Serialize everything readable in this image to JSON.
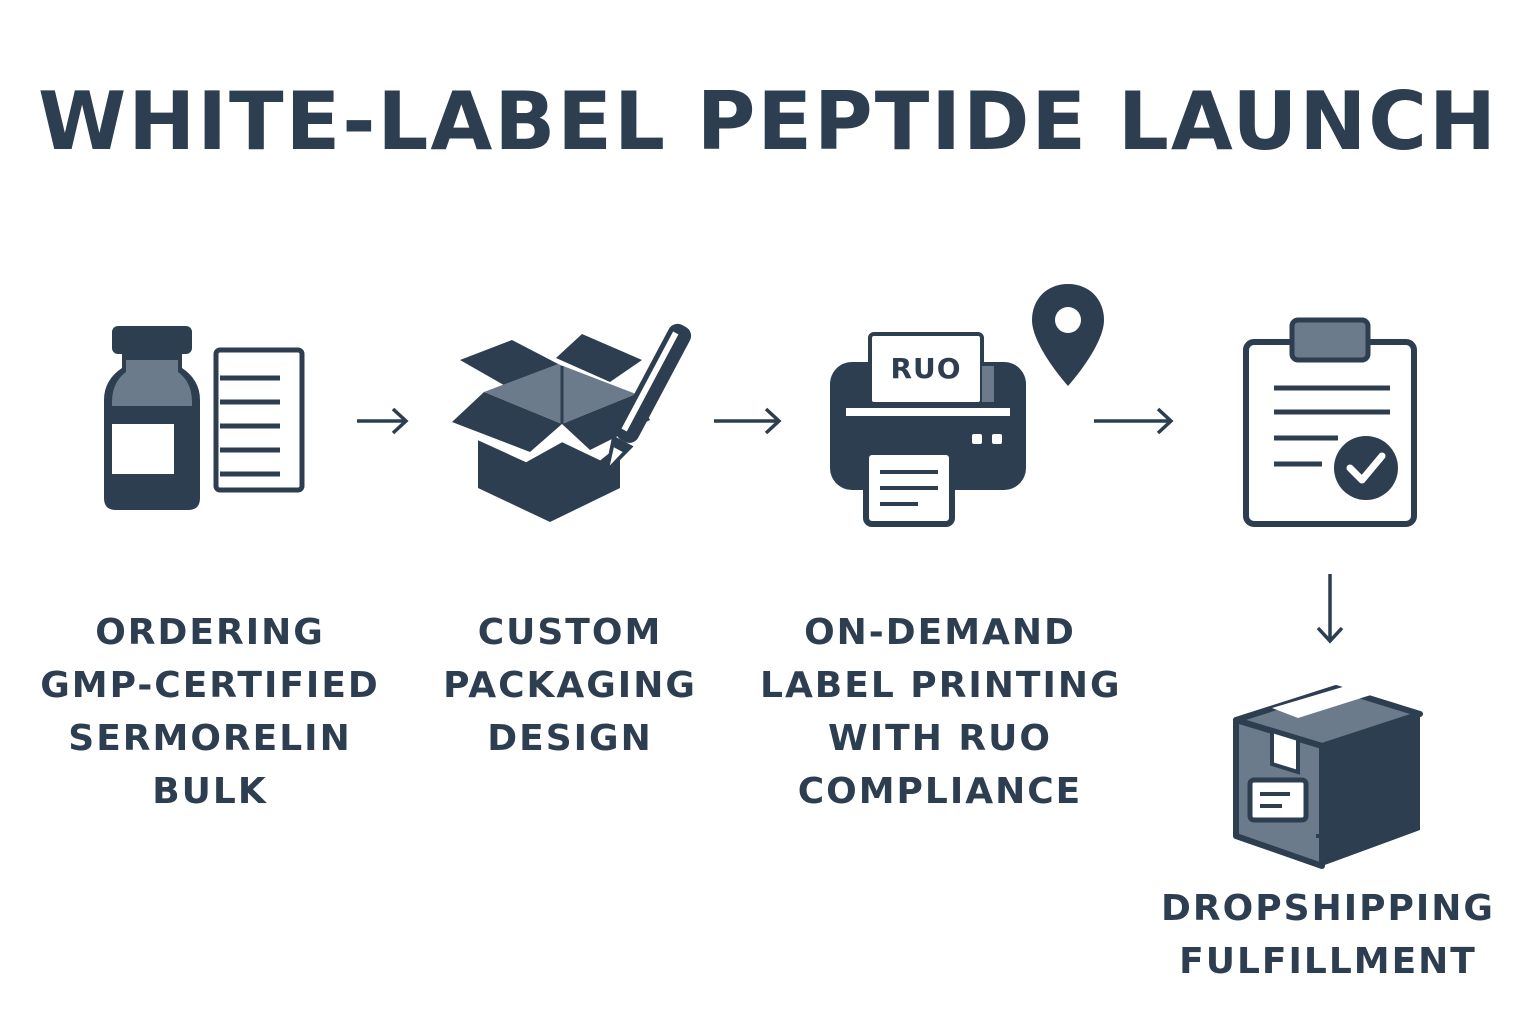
{
  "title": "WHITE-LABEL PEPTIDE LAUNCH",
  "colors": {
    "dark": "#2d3e50",
    "mid": "#6b7b8c",
    "light": "#ffffff"
  },
  "steps": [
    {
      "icon": "vial-document-icon",
      "lines": [
        "ORDERING",
        "GMP-CERTIFIED",
        "SERMORELIN",
        "BULK"
      ]
    },
    {
      "icon": "box-pen-icon",
      "lines": [
        "CUSTOM",
        "PACKAGING",
        "DESIGN"
      ]
    },
    {
      "icon": "printer-location-icon",
      "badge": "RUO",
      "lines": [
        "ON-DEMAND",
        "LABEL PRINTING",
        "WITH RUO",
        "COMPLIANCE"
      ]
    },
    {
      "icon": "clipboard-check-icon",
      "lines": []
    },
    {
      "icon": "shipping-box-icon",
      "lines": [
        "DROPSHIPPING",
        "FULFILLMENT"
      ]
    }
  ]
}
